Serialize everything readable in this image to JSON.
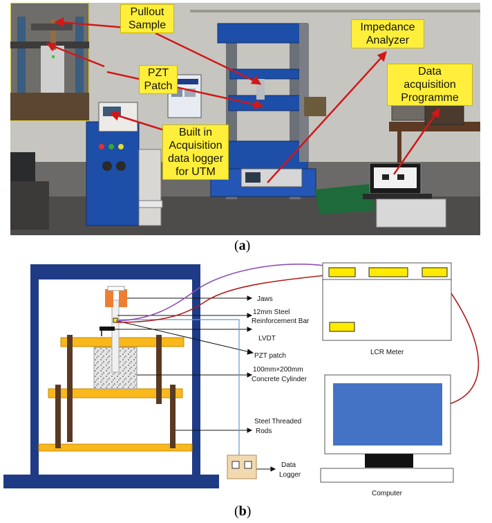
{
  "photo": {
    "callouts": {
      "pullout": [
        "Pullout",
        "Sample"
      ],
      "pzt": [
        "PZT",
        "Patch"
      ],
      "acquisition": [
        "Built in",
        "Acquisition",
        "data logger",
        "for UTM"
      ],
      "impedance": [
        "Impedance",
        "Analyzer"
      ],
      "programme": [
        "Data",
        "acquisition",
        "Programme"
      ]
    },
    "caption": {
      "open": "(",
      "letter": "a",
      "close": ")"
    }
  },
  "diagram": {
    "labels": {
      "jaws": "Jaws",
      "bar": [
        "12mm Steel",
        "Reinforcement Bar"
      ],
      "lvdt": "LVDT",
      "pzt": "PZT patch",
      "cylinder": [
        "100mm×200mm",
        "Concrete Cylinder"
      ],
      "rods": [
        "Steel Threaded",
        "Rods"
      ],
      "logger": [
        "Data",
        "Logger"
      ],
      "lcr": "LCR Meter",
      "computer": "Computer"
    },
    "caption": {
      "open": "(",
      "letter": "b",
      "close": ")"
    }
  },
  "colors": {
    "frame": "#1f3b86",
    "plate": "#f9b81b",
    "rod": "#5a3a22",
    "jaws": "#ee7f32",
    "screen": "#4472c4",
    "wire_red": "#b11a1a",
    "wire_purple": "#8c4db5",
    "wire_blue": "#5b9bd5",
    "callout": "#ffef3a"
  }
}
